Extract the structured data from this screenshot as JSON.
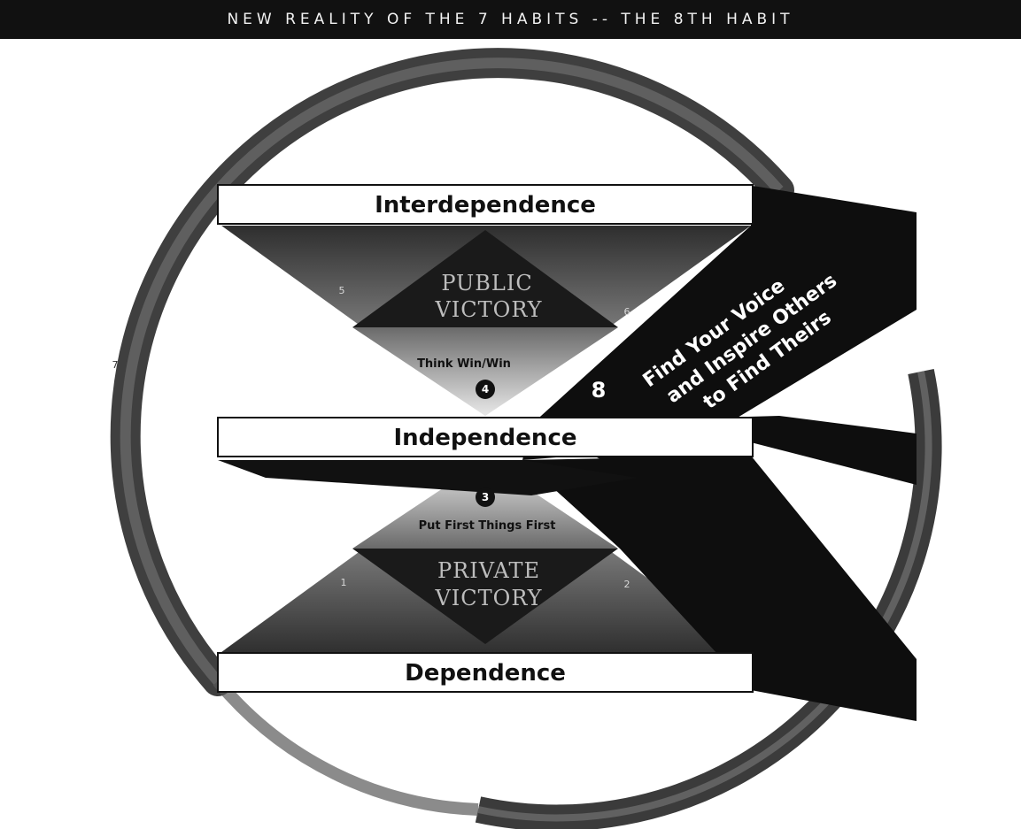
{
  "title": "NEW REALITY OF THE 7 HABITS -- THE 8TH HABIT",
  "levels": {
    "top": "Interdependence",
    "middle": "Independence",
    "bottom": "Dependence"
  },
  "public_victory": {
    "line1": "PUBLIC",
    "line2": "VICTORY"
  },
  "private_victory": {
    "line1": "PRIVATE",
    "line2": "VICTORY"
  },
  "habits": {
    "h1": "1",
    "h2": "2",
    "h3": "3",
    "h3_label": "Put First Things First",
    "h4": "4",
    "h4_label": "Think Win/Win",
    "h5": "5",
    "h6": "6",
    "h7": "7"
  },
  "eighth_habit": {
    "number": "8",
    "line1": "Find Your Voice",
    "line2": "and Inspire Others",
    "line3": "to Find Theirs"
  },
  "colors": {
    "dark": "#111111",
    "light": "#ffffff",
    "gray": "#8a8a8a"
  }
}
